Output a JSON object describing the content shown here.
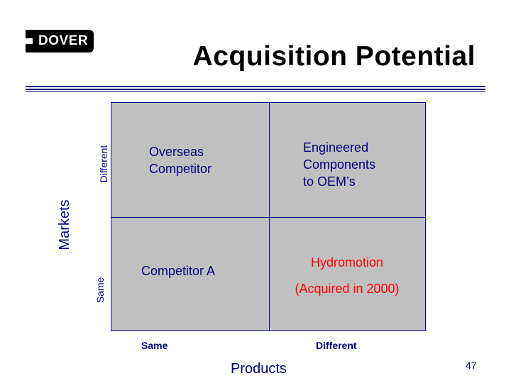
{
  "header": {
    "logo_text": "DOVER",
    "title": "Acquisition Potential"
  },
  "axes": {
    "y_title": "Markets",
    "y_top": "Different",
    "y_bottom": "Same",
    "x_title": "Products",
    "x_left": "Same",
    "x_right": "Different"
  },
  "quadrants": {
    "top_left": [
      "Overseas",
      "Competitor"
    ],
    "top_right": [
      "Engineered",
      "Components",
      "to OEM’s"
    ],
    "bottom_left": "Competitor A",
    "bottom_right_name": "Hydromotion",
    "bottom_right_note": "(Acquired in 2000)"
  },
  "colors": {
    "text": "#000080",
    "highlight": "#ff0000",
    "fill": "#c0c0c0"
  },
  "footer": {
    "page_number": "47"
  }
}
